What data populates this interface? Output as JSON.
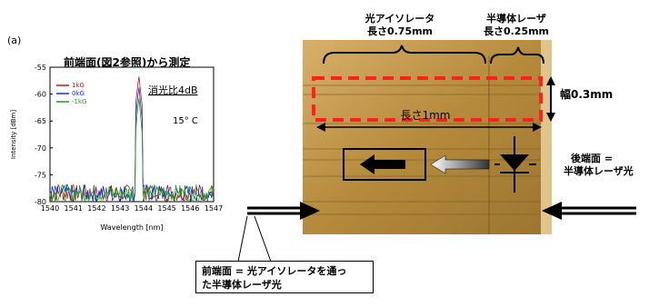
{
  "panel_label": "(a)",
  "chart_title": "前端面(図2参照)から測定",
  "isolation_label": "消光比4dB",
  "temperature_label": "15° C",
  "chart_data": {
    "type": "line",
    "xlabel": "Wavelength [nm]",
    "ylabel": "Intensity [dBm]",
    "xlim": [
      1540,
      1547
    ],
    "ylim": [
      -80,
      -55
    ],
    "xticks": [
      1540,
      1541,
      1542,
      1543,
      1544,
      1545,
      1546,
      1547
    ],
    "yticks": [
      -55,
      -60,
      -65,
      -70,
      -75,
      -80
    ],
    "legend": "top-left",
    "series": [
      {
        "name": "1kG",
        "color": "#d01010",
        "peak": -56.5
      },
      {
        "name": "0kG",
        "color": "#1030d0",
        "peak": -58.5
      },
      {
        "name": "-1kG",
        "color": "#20a020",
        "peak": -60.5
      }
    ],
    "peak_x": 1543.8
  },
  "photo": {
    "isolator_label_line1": "光アイソレータ",
    "isolator_label_line2": "長さ0.75mm",
    "laser_label_line1": "半導体レーザ",
    "laser_label_line2": "長さ0.25mm",
    "width_label": "幅0.3mm",
    "length_label": "長さ1mm",
    "rear_label_line1": "後端面 =",
    "rear_label_line2": "半導体レーザ光",
    "dashed_color": "#ff2020",
    "chip_color": "#c89a48"
  },
  "note": {
    "line1": "前端面 = 光アイソレータを通っ",
    "line2": "た半導体レーザ光"
  }
}
